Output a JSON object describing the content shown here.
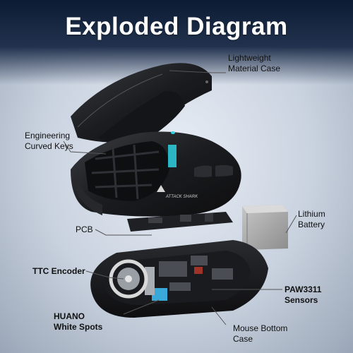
{
  "title": "Exploded Diagram",
  "labels": {
    "case": [
      "Lightweight",
      "Material Case"
    ],
    "keys": [
      "Engineering",
      "Curved Keys"
    ],
    "pcb": "PCB",
    "battery": [
      "Lithium",
      "Battery"
    ],
    "encoder": "TTC Encoder",
    "sensor": [
      "PAW3311",
      "Sensors"
    ],
    "switches": [
      "HUANO",
      "White Spots"
    ],
    "bottom": [
      "Mouse Bottom",
      "Case"
    ]
  },
  "logo_text": "ATTACK SHARK",
  "colors": {
    "accent": "#2fd0e0",
    "shell": "#1c1d20",
    "switch": "#3aa8d8"
  }
}
